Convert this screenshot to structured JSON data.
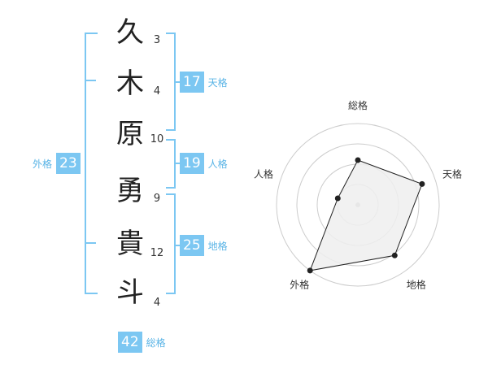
{
  "name_chars": [
    {
      "char": "久",
      "strokes": "3"
    },
    {
      "char": "木",
      "strokes": "4"
    },
    {
      "char": "原",
      "strokes": "10"
    },
    {
      "char": "勇",
      "strokes": "9"
    },
    {
      "char": "貴",
      "strokes": "12"
    },
    {
      "char": "斗",
      "strokes": "4"
    }
  ],
  "fortune": {
    "tenkaku": {
      "value": "17",
      "label": "天格"
    },
    "jinkaku": {
      "value": "19",
      "label": "人格"
    },
    "chikaku": {
      "value": "25",
      "label": "地格"
    },
    "gaikaku": {
      "value": "23",
      "label": "外格"
    },
    "soukaku": {
      "value": "42",
      "label": "総格"
    }
  },
  "chart_data": {
    "type": "radar",
    "axes": [
      "総格",
      "天格",
      "地格",
      "外格",
      "人格"
    ],
    "values": [
      0.55,
      0.83,
      0.77,
      1.0,
      0.26
    ],
    "rings": 4,
    "colors": {
      "fill": "#eeeeee",
      "line": "#222222",
      "grid": "#cccccc",
      "bracket": "#7cc7f2"
    }
  }
}
